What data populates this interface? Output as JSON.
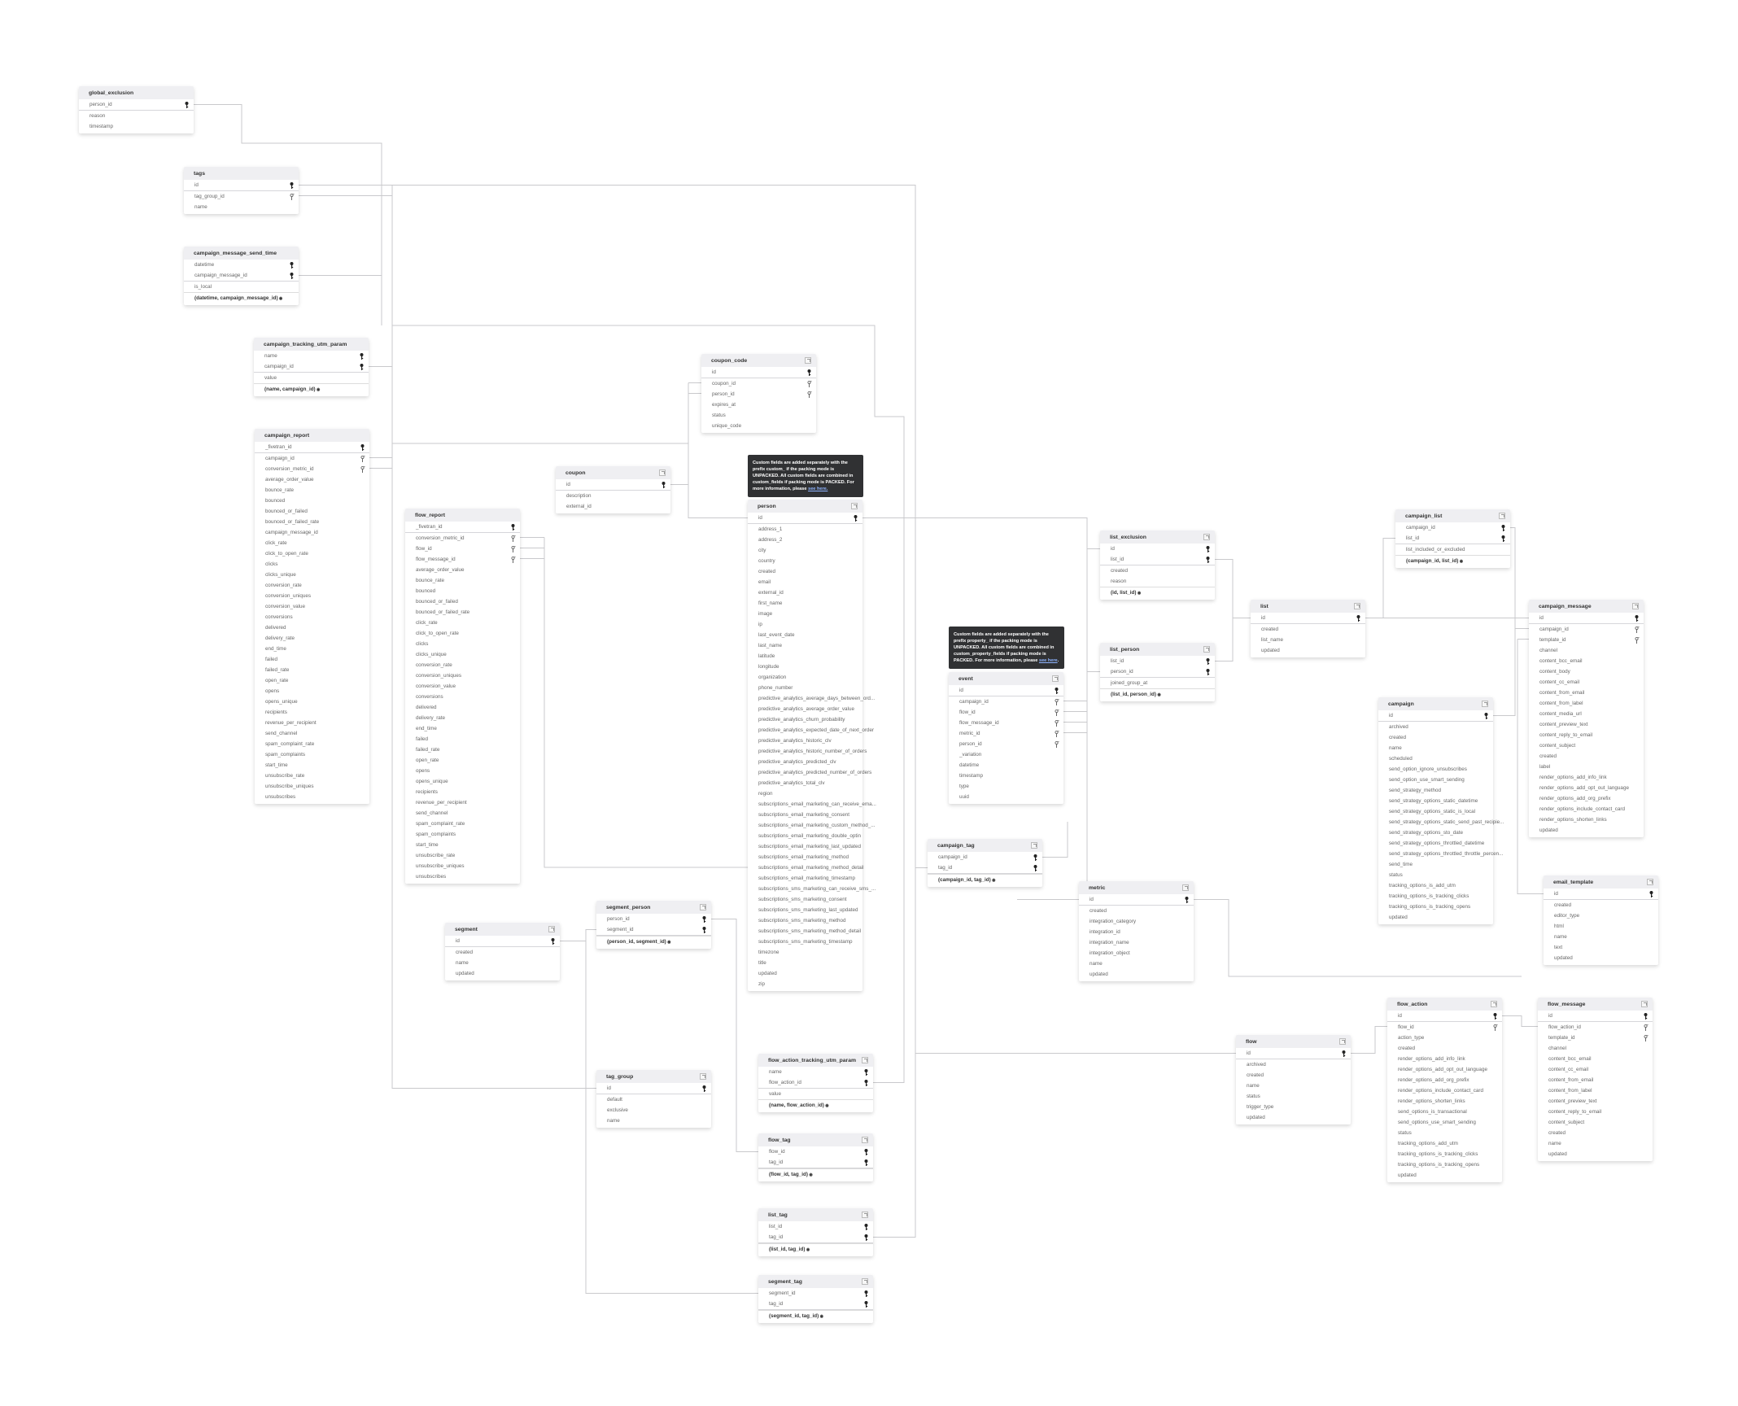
{
  "tooltips": {
    "person": {
      "text": "Custom fields are added separately with the prefix custom_ if the packing mode is UNPACKED. All custom fields are combined in custom_fields if packing mode is PACKED. For more information, please ",
      "link": "see here.",
      "after": ""
    },
    "event": {
      "text": "Custom fields are added separately with the prefix property_ if the packing mode is UNPACKED. All custom fields are combined in custom_property_fields if packing mode is PACKED. For more information, please ",
      "link": "see here",
      "after": "."
    }
  },
  "tables": [
    {
      "name": "global_exclusion",
      "link": false,
      "pk": [
        "person_id"
      ],
      "fk": [],
      "cols": [
        "reason",
        "timestamp"
      ],
      "composite": null
    },
    {
      "name": "tags",
      "link": false,
      "pk": [
        "id"
      ],
      "fk": [
        "tag_group_id"
      ],
      "cols": [
        "name"
      ],
      "composite": null
    },
    {
      "name": "campaign_message_send_time",
      "link": false,
      "pk": [
        "datetime",
        "campaign_message_id"
      ],
      "fk": [],
      "cols": [
        "is_local"
      ],
      "composite": "(datetime, campaign_message_id)"
    },
    {
      "name": "campaign_tracking_utm_param",
      "link": false,
      "pk": [
        "name",
        "campaign_id"
      ],
      "fk": [],
      "cols": [
        "value"
      ],
      "composite": "(name, campaign_id)"
    },
    {
      "name": "campaign_report",
      "link": false,
      "pk": [
        "_fivetran_id"
      ],
      "fk": [
        "campaign_id",
        "conversion_metric_id"
      ],
      "cols": [
        "average_order_value",
        "bounce_rate",
        "bounced",
        "bounced_or_failed",
        "bounced_or_failed_rate",
        "campaign_message_id",
        "click_rate",
        "click_to_open_rate",
        "clicks",
        "clicks_unique",
        "conversion_rate",
        "conversion_uniques",
        "conversion_value",
        "conversions",
        "delivered",
        "delivery_rate",
        "end_time",
        "failed",
        "failed_rate",
        "open_rate",
        "opens",
        "opens_unique",
        "recipients",
        "revenue_per_recipient",
        "send_channel",
        "spam_complaint_rate",
        "spam_complaints",
        "start_time",
        "unsubscribe_rate",
        "unsubscribe_uniques",
        "unsubscribes"
      ],
      "composite": null
    },
    {
      "name": "flow_report",
      "link": false,
      "pk": [
        "_fivetran_id"
      ],
      "fk": [
        "conversion_metric_id",
        "flow_id",
        "flow_message_id"
      ],
      "cols": [
        "average_order_value",
        "bounce_rate",
        "bounced",
        "bounced_or_failed",
        "bounced_or_failed_rate",
        "click_rate",
        "click_to_open_rate",
        "clicks",
        "clicks_unique",
        "conversion_rate",
        "conversion_uniques",
        "conversion_value",
        "conversions",
        "delivered",
        "delivery_rate",
        "end_time",
        "failed",
        "failed_rate",
        "open_rate",
        "opens",
        "opens_unique",
        "recipients",
        "revenue_per_recipient",
        "send_channel",
        "spam_complaint_rate",
        "spam_complaints",
        "start_time",
        "unsubscribe_rate",
        "unsubscribe_uniques",
        "unsubscribes"
      ],
      "composite": null
    },
    {
      "name": "coupon_code",
      "link": true,
      "pk": [
        "id"
      ],
      "fk": [
        "coupon_id",
        "person_id"
      ],
      "cols": [
        "expires_at",
        "status",
        "unique_code"
      ],
      "composite": null
    },
    {
      "name": "coupon",
      "link": true,
      "pk": [
        "id"
      ],
      "fk": [],
      "cols": [
        "description",
        "external_id"
      ],
      "composite": null
    },
    {
      "name": "person",
      "link": true,
      "pk": [
        "id"
      ],
      "fk": [],
      "cols": [
        "address_1",
        "address_2",
        "city",
        "country",
        "created",
        "email",
        "external_id",
        "first_name",
        "image",
        "ip",
        "last_event_date",
        "last_name",
        "latitude",
        "longitude",
        "organization",
        "phone_number",
        "predictive_analytics_average_days_between_ord...",
        "predictive_analytics_average_order_value",
        "predictive_analytics_churn_probability",
        "predictive_analytics_expected_date_of_next_order",
        "predictive_analytics_historic_clv",
        "predictive_analytics_historic_number_of_orders",
        "predictive_analytics_predicted_clv",
        "predictive_analytics_predicted_number_of_orders",
        "predictive_analytics_total_clv",
        "region",
        "subscriptions_email_marketing_can_receive_ema...",
        "subscriptions_email_marketing_consent",
        "subscriptions_email_marketing_custom_method_...",
        "subscriptions_email_marketing_double_optin",
        "subscriptions_email_marketing_last_updated",
        "subscriptions_email_marketing_method",
        "subscriptions_email_marketing_method_detail",
        "subscriptions_email_marketing_timestamp",
        "subscriptions_sms_marketing_can_receive_sms_...",
        "subscriptions_sms_marketing_consent",
        "subscriptions_sms_marketing_last_updated",
        "subscriptions_sms_marketing_method",
        "subscriptions_sms_marketing_method_detail",
        "subscriptions_sms_marketing_timestamp",
        "timezone",
        "title",
        "updated",
        "zip"
      ],
      "composite": null
    },
    {
      "name": "list_exclusion",
      "link": true,
      "pk": [
        "id",
        "list_id"
      ],
      "fk": [],
      "cols": [
        "created",
        "reason"
      ],
      "composite": "(id, list_id)"
    },
    {
      "name": "list_person",
      "link": true,
      "pk": [
        "list_id",
        "person_id"
      ],
      "fk": [],
      "cols": [
        "joined_group_at"
      ],
      "composite": "(list_id, person_id)"
    },
    {
      "name": "event",
      "link": true,
      "pk": [
        "id"
      ],
      "fk": [
        "campaign_id",
        "flow_id",
        "flow_message_id",
        "metric_id",
        "person_id"
      ],
      "cols": [
        "_variation",
        "datetime",
        "timestamp",
        "type",
        "uuid"
      ],
      "composite": null
    },
    {
      "name": "campaign_list",
      "link": true,
      "pk": [
        "campaign_id",
        "list_id"
      ],
      "fk": [],
      "cols": [
        "list_included_or_excluded"
      ],
      "composite": "(campaign_id, list_id)"
    },
    {
      "name": "list",
      "link": true,
      "pk": [
        "id"
      ],
      "fk": [],
      "cols": [
        "created",
        "list_name",
        "updated"
      ],
      "composite": null
    },
    {
      "name": "campaign",
      "link": true,
      "pk": [
        "id"
      ],
      "fk": [],
      "cols": [
        "archived",
        "created",
        "name",
        "scheduled",
        "send_option_ignore_unsubscribes",
        "send_option_use_smart_sending",
        "send_strategy_method",
        "send_strategy_options_static_datetime",
        "send_strategy_options_static_is_local",
        "send_strategy_options_static_send_past_recipie...",
        "send_strategy_options_sto_date",
        "send_strategy_options_throttled_datetime",
        "send_strategy_options_throttled_throttle_percen...",
        "send_time",
        "status",
        "tracking_options_is_add_utm",
        "tracking_options_is_tracking_clicks",
        "tracking_options_is_tracking_opens",
        "updated"
      ],
      "composite": null
    },
    {
      "name": "campaign_message",
      "link": true,
      "pk": [
        "id"
      ],
      "fk": [
        "campaign_id",
        "template_id"
      ],
      "cols": [
        "channel",
        "content_bcc_email",
        "content_body",
        "content_cc_email",
        "content_from_email",
        "content_from_label",
        "content_media_url",
        "content_preview_text",
        "content_reply_to_email",
        "content_subject",
        "created",
        "label",
        "render_options_add_info_link",
        "render_options_add_opt_out_language",
        "render_options_add_org_prefix",
        "render_options_include_contact_card",
        "render_options_shorten_links",
        "updated"
      ],
      "composite": null
    },
    {
      "name": "campaign_tag",
      "link": true,
      "pk": [
        "campaign_id",
        "tag_id"
      ],
      "fk": [],
      "cols": [],
      "composite": "(campaign_id, tag_id)"
    },
    {
      "name": "metric",
      "link": true,
      "pk": [
        "id"
      ],
      "fk": [],
      "cols": [
        "created",
        "integration_category",
        "integration_id",
        "integration_name",
        "integration_object",
        "name",
        "updated"
      ],
      "composite": null
    },
    {
      "name": "email_template",
      "link": true,
      "pk": [
        "id"
      ],
      "fk": [],
      "cols": [
        "created",
        "editor_type",
        "html",
        "name",
        "text",
        "updated"
      ],
      "composite": null
    },
    {
      "name": "flow",
      "link": true,
      "pk": [
        "id"
      ],
      "fk": [],
      "cols": [
        "archived",
        "created",
        "name",
        "status",
        "trigger_type",
        "updated"
      ],
      "composite": null
    },
    {
      "name": "flow_action",
      "link": true,
      "pk": [
        "id"
      ],
      "fk": [
        "flow_id"
      ],
      "cols": [
        "action_type",
        "created",
        "render_options_add_info_link",
        "render_options_add_opt_out_language",
        "render_options_add_org_prefix",
        "render_options_include_contact_card",
        "render_options_shorten_links",
        "send_options_is_transactional",
        "send_options_use_smart_sending",
        "status",
        "tracking_options_add_utm",
        "tracking_options_is_tracking_clicks",
        "tracking_options_is_tracking_opens",
        "updated"
      ],
      "composite": null
    },
    {
      "name": "flow_message",
      "link": true,
      "pk": [
        "id"
      ],
      "fk": [
        "flow_action_id",
        "template_id"
      ],
      "cols": [
        "channel",
        "content_bcc_email",
        "content_cc_email",
        "content_from_email",
        "content_from_label",
        "content_preview_text",
        "content_reply_to_email",
        "content_subject",
        "created",
        "name",
        "updated"
      ],
      "composite": null
    },
    {
      "name": "segment",
      "link": true,
      "pk": [
        "id"
      ],
      "fk": [],
      "cols": [
        "created",
        "name",
        "updated"
      ],
      "composite": null
    },
    {
      "name": "segment_person",
      "link": true,
      "pk": [
        "person_id",
        "segment_id"
      ],
      "fk": [],
      "cols": [],
      "composite": "(person_id, segment_id)"
    },
    {
      "name": "tag_group",
      "link": true,
      "pk": [
        "id"
      ],
      "fk": [],
      "cols": [
        "default",
        "exclusive",
        "name"
      ],
      "composite": null
    },
    {
      "name": "flow_action_tracking_utm_param",
      "link": true,
      "pk": [
        "name",
        "flow_action_id"
      ],
      "fk": [],
      "cols": [
        "value"
      ],
      "composite": "(name, flow_action_id)"
    },
    {
      "name": "flow_tag",
      "link": true,
      "pk": [
        "flow_id",
        "tag_id"
      ],
      "fk": [],
      "cols": [],
      "composite": "(flow_id, tag_id)"
    },
    {
      "name": "list_tag",
      "link": true,
      "pk": [
        "list_id",
        "tag_id"
      ],
      "fk": [],
      "cols": [],
      "composite": "(list_id, tag_id)"
    },
    {
      "name": "segment_tag",
      "link": true,
      "pk": [
        "segment_id",
        "tag_id"
      ],
      "fk": [],
      "cols": [],
      "composite": "(segment_id, tag_id)"
    }
  ]
}
